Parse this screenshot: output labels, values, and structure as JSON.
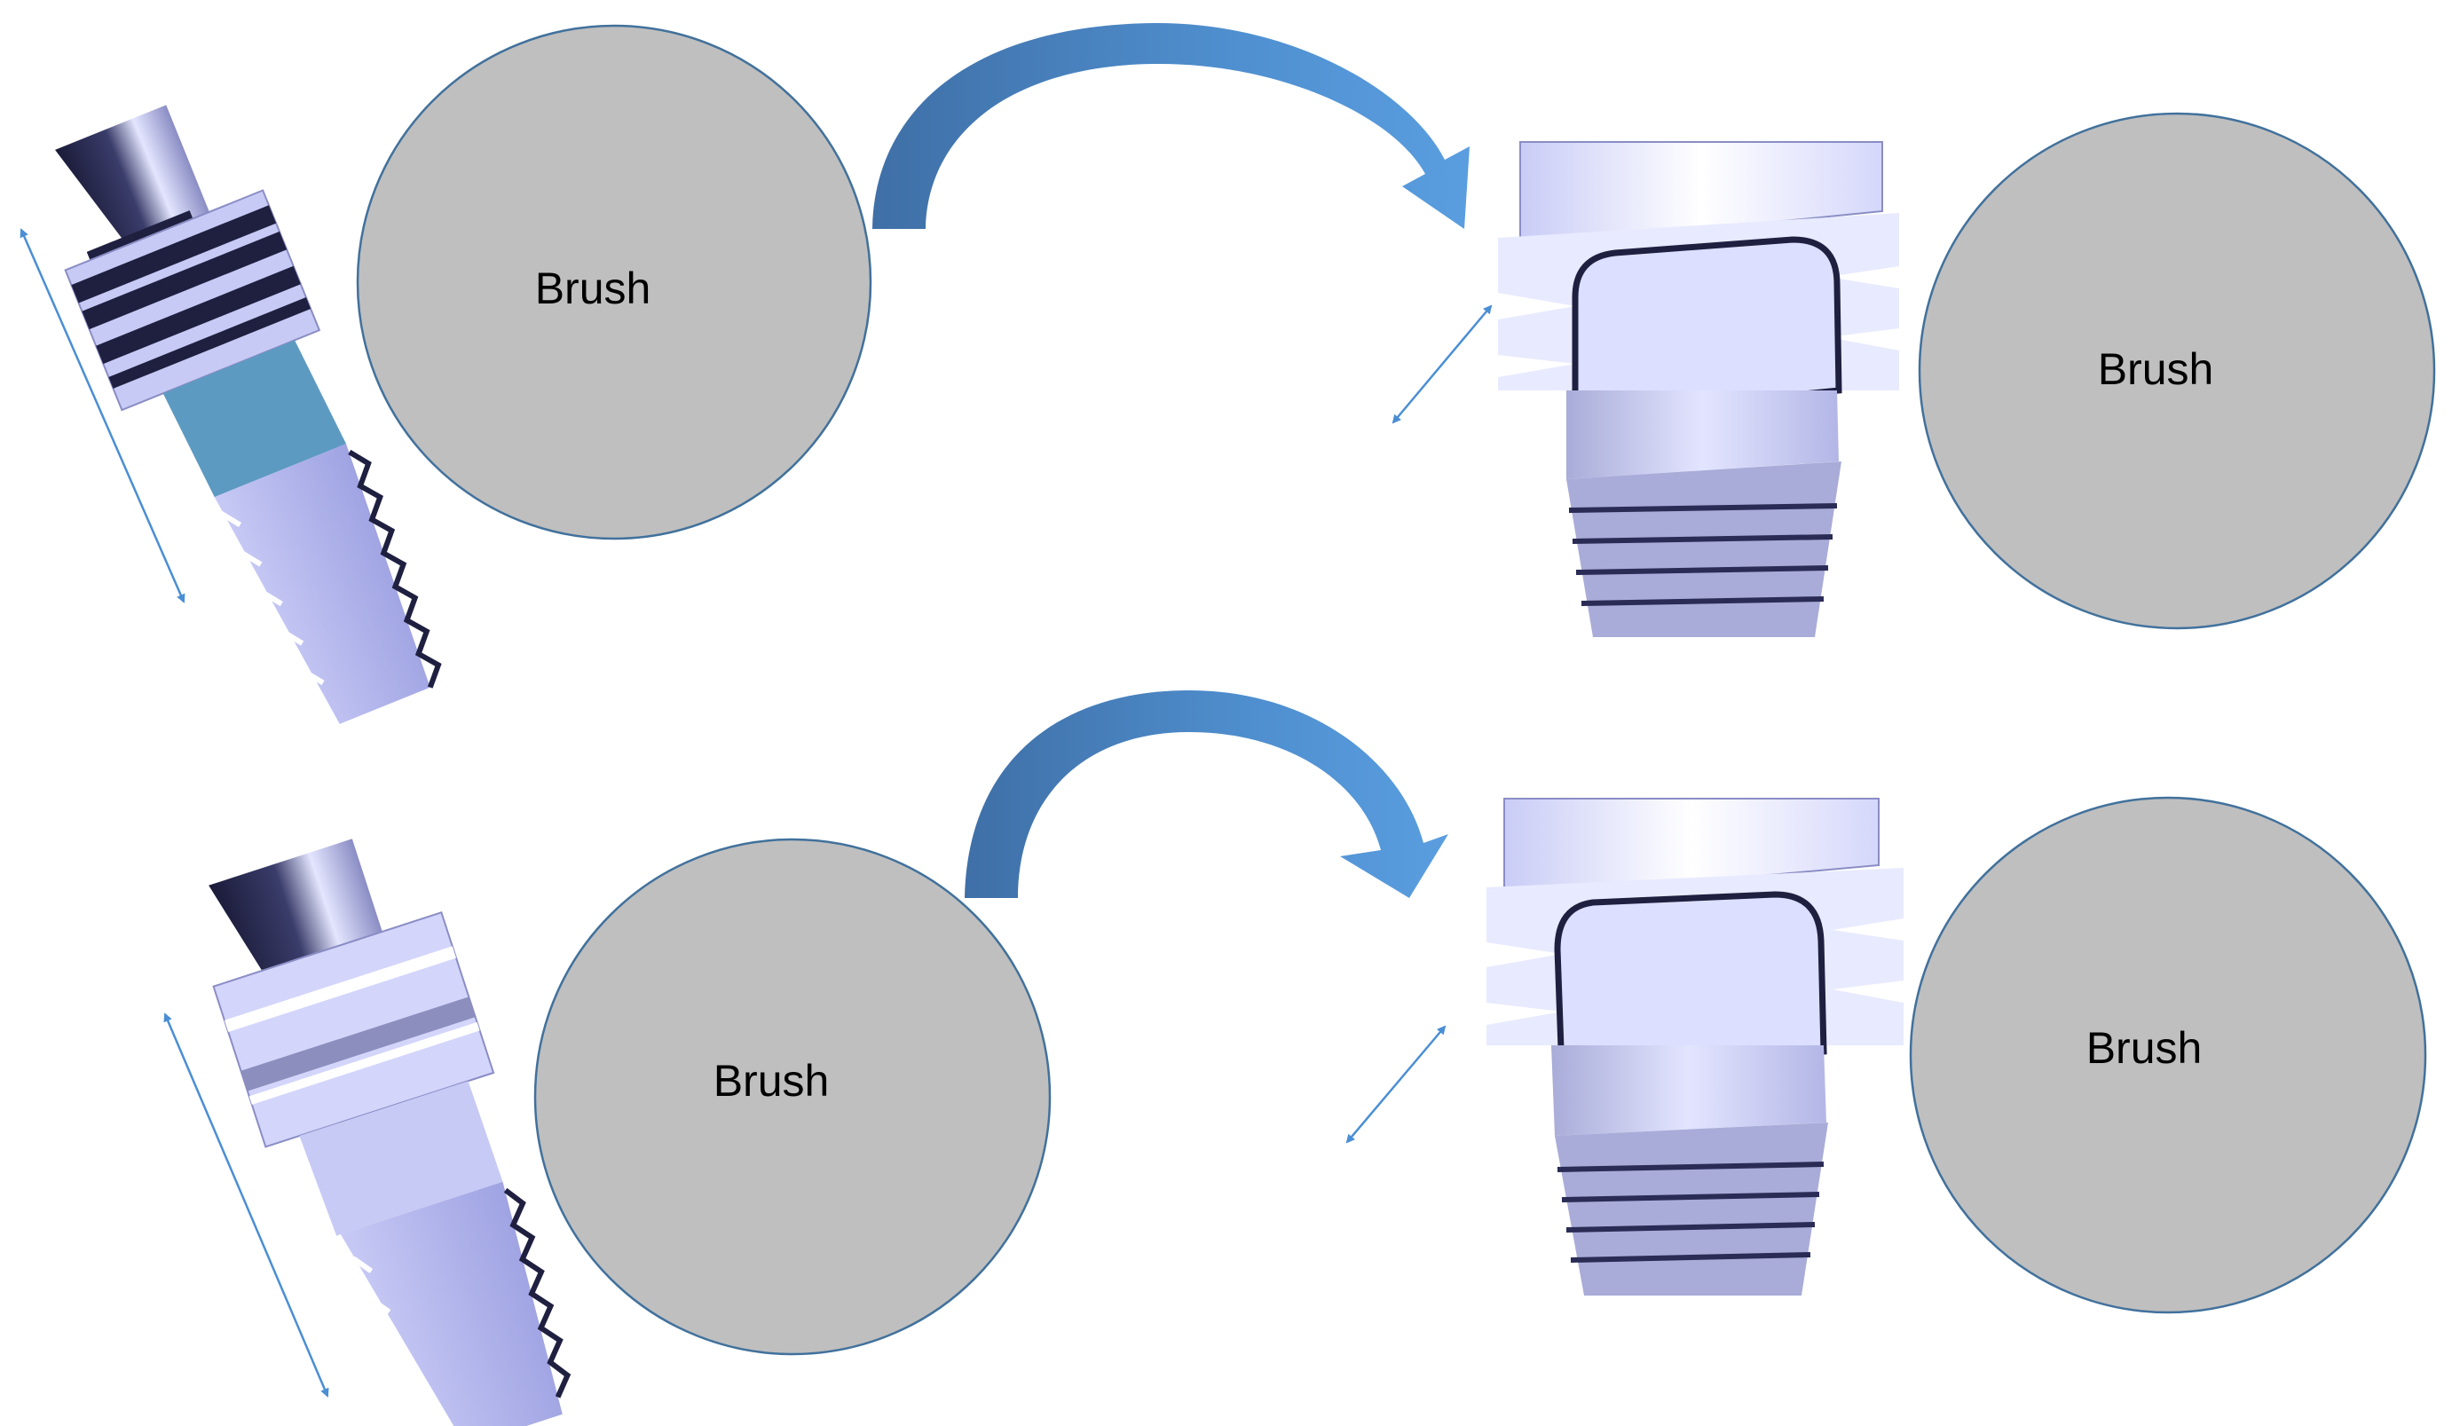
{
  "brush_label": "Brush",
  "panels": [
    {
      "id": "top-left",
      "brush_label": "Brush",
      "implant_variant": "threaded-collar"
    },
    {
      "id": "top-right",
      "brush_label": "Brush",
      "view": "zoomed-collar"
    },
    {
      "id": "bottom-left",
      "brush_label": "Brush",
      "implant_variant": "smooth-collar"
    },
    {
      "id": "bottom-right",
      "brush_label": "Brush",
      "view": "zoomed-collar"
    }
  ],
  "arrows": [
    {
      "from": "top-left",
      "to": "top-right",
      "icon": "curved-arrow-icon"
    },
    {
      "from": "bottom-left",
      "to": "bottom-right",
      "icon": "curved-arrow-icon"
    }
  ],
  "colors": {
    "brush_fill": "#bfbfbf",
    "brush_stroke": "#41719c",
    "arrow_fill": "#4f8fcf",
    "arrow_dark": "#3f6fa6",
    "dimension_line": "#4a8ed4",
    "implant_light": "#d8dcff",
    "implant_mid": "#b0b4ec",
    "implant_dark": "#1f2040",
    "abutment_blue": "#5d9ac2"
  }
}
